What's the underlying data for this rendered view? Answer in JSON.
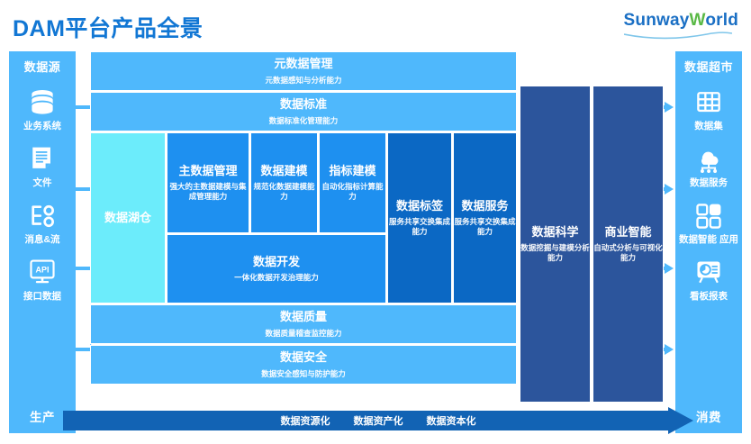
{
  "header": {
    "title": "DAM平台产品全景",
    "logo": {
      "part1": "Sunway",
      "part2": "W",
      "part3": "orld"
    },
    "accent_blue": "#1277d4",
    "logo_green": "#5ab946"
  },
  "left_panel": {
    "title": "数据源",
    "footer": "生产",
    "items": [
      {
        "icon": "database-icon",
        "label": "业务系统"
      },
      {
        "icon": "document-icon",
        "label": "文件"
      },
      {
        "icon": "message-stream-icon",
        "label": "消息&流"
      },
      {
        "icon": "api-monitor-icon",
        "label": "接口数据"
      }
    ]
  },
  "right_panel": {
    "title": "数据超市",
    "footer": "消费",
    "items": [
      {
        "icon": "grid-dataset-icon",
        "label": "数据集"
      },
      {
        "icon": "cloud-service-icon",
        "label": "数据服务"
      },
      {
        "icon": "app-blocks-icon",
        "label": "数据智能\n应用"
      },
      {
        "icon": "dashboard-report-icon",
        "label": "看板报表"
      }
    ]
  },
  "center": {
    "metadata": {
      "title": "元数据管理",
      "subtitle": "元数据感知与分析能力",
      "color": "#4FB8FC"
    },
    "standard": {
      "title": "数据标准",
      "subtitle": "数据标准化管理能力",
      "color": "#4FB8FC"
    },
    "lakehouse": {
      "title": "数据湖仓",
      "subtitle": "",
      "color": "#6CECFB"
    },
    "master_data": {
      "title": "主数据管理",
      "subtitle": "强大的主数据建模与集成管理能力",
      "color": "#1E90F0"
    },
    "data_modeling": {
      "title": "数据建模",
      "subtitle": "规范化数据建模能力",
      "color": "#1E90F0"
    },
    "metric_modeling": {
      "title": "指标建模",
      "subtitle": "自动化指标计算能力",
      "color": "#1E90F0"
    },
    "data_dev": {
      "title": "数据开发",
      "subtitle": "一体化数据开发治理能力",
      "color": "#1E90F0"
    },
    "data_tag": {
      "title": "数据标签",
      "subtitle": "服务共享交换集成能力",
      "color": "#0B68C4"
    },
    "data_service": {
      "title": "数据服务",
      "subtitle": "服务共享交换集成能力",
      "color": "#0B68C4"
    },
    "data_science": {
      "title": "数据科学",
      "subtitle": "数据挖掘与建模分析能力",
      "color": "#2C559C"
    },
    "bi": {
      "title": "商业智能",
      "subtitle": "自动式分析与可视化能力",
      "color": "#2C559C"
    },
    "data_quality": {
      "title": "数据质量",
      "subtitle": "数据质量稽查监控能力",
      "color": "#4FB8FC"
    },
    "data_security": {
      "title": "数据安全",
      "subtitle": "数据安全感知与防护能力",
      "color": "#4FB8FC"
    }
  },
  "bottom_band": {
    "color": "#1263B4",
    "stages": [
      "数据资源化",
      "数据资产化",
      "数据资本化"
    ]
  }
}
